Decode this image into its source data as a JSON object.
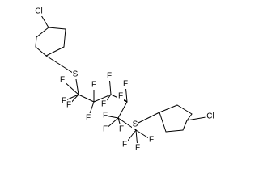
{
  "molecule": {
    "atoms": {
      "cl_top": "Cl",
      "s_top": "S",
      "f": "F",
      "s_bottom": "S",
      "cl_bottom": "Cl"
    },
    "colors": {
      "bond": "#000000",
      "text": "#000000",
      "background": "#ffffff"
    }
  }
}
